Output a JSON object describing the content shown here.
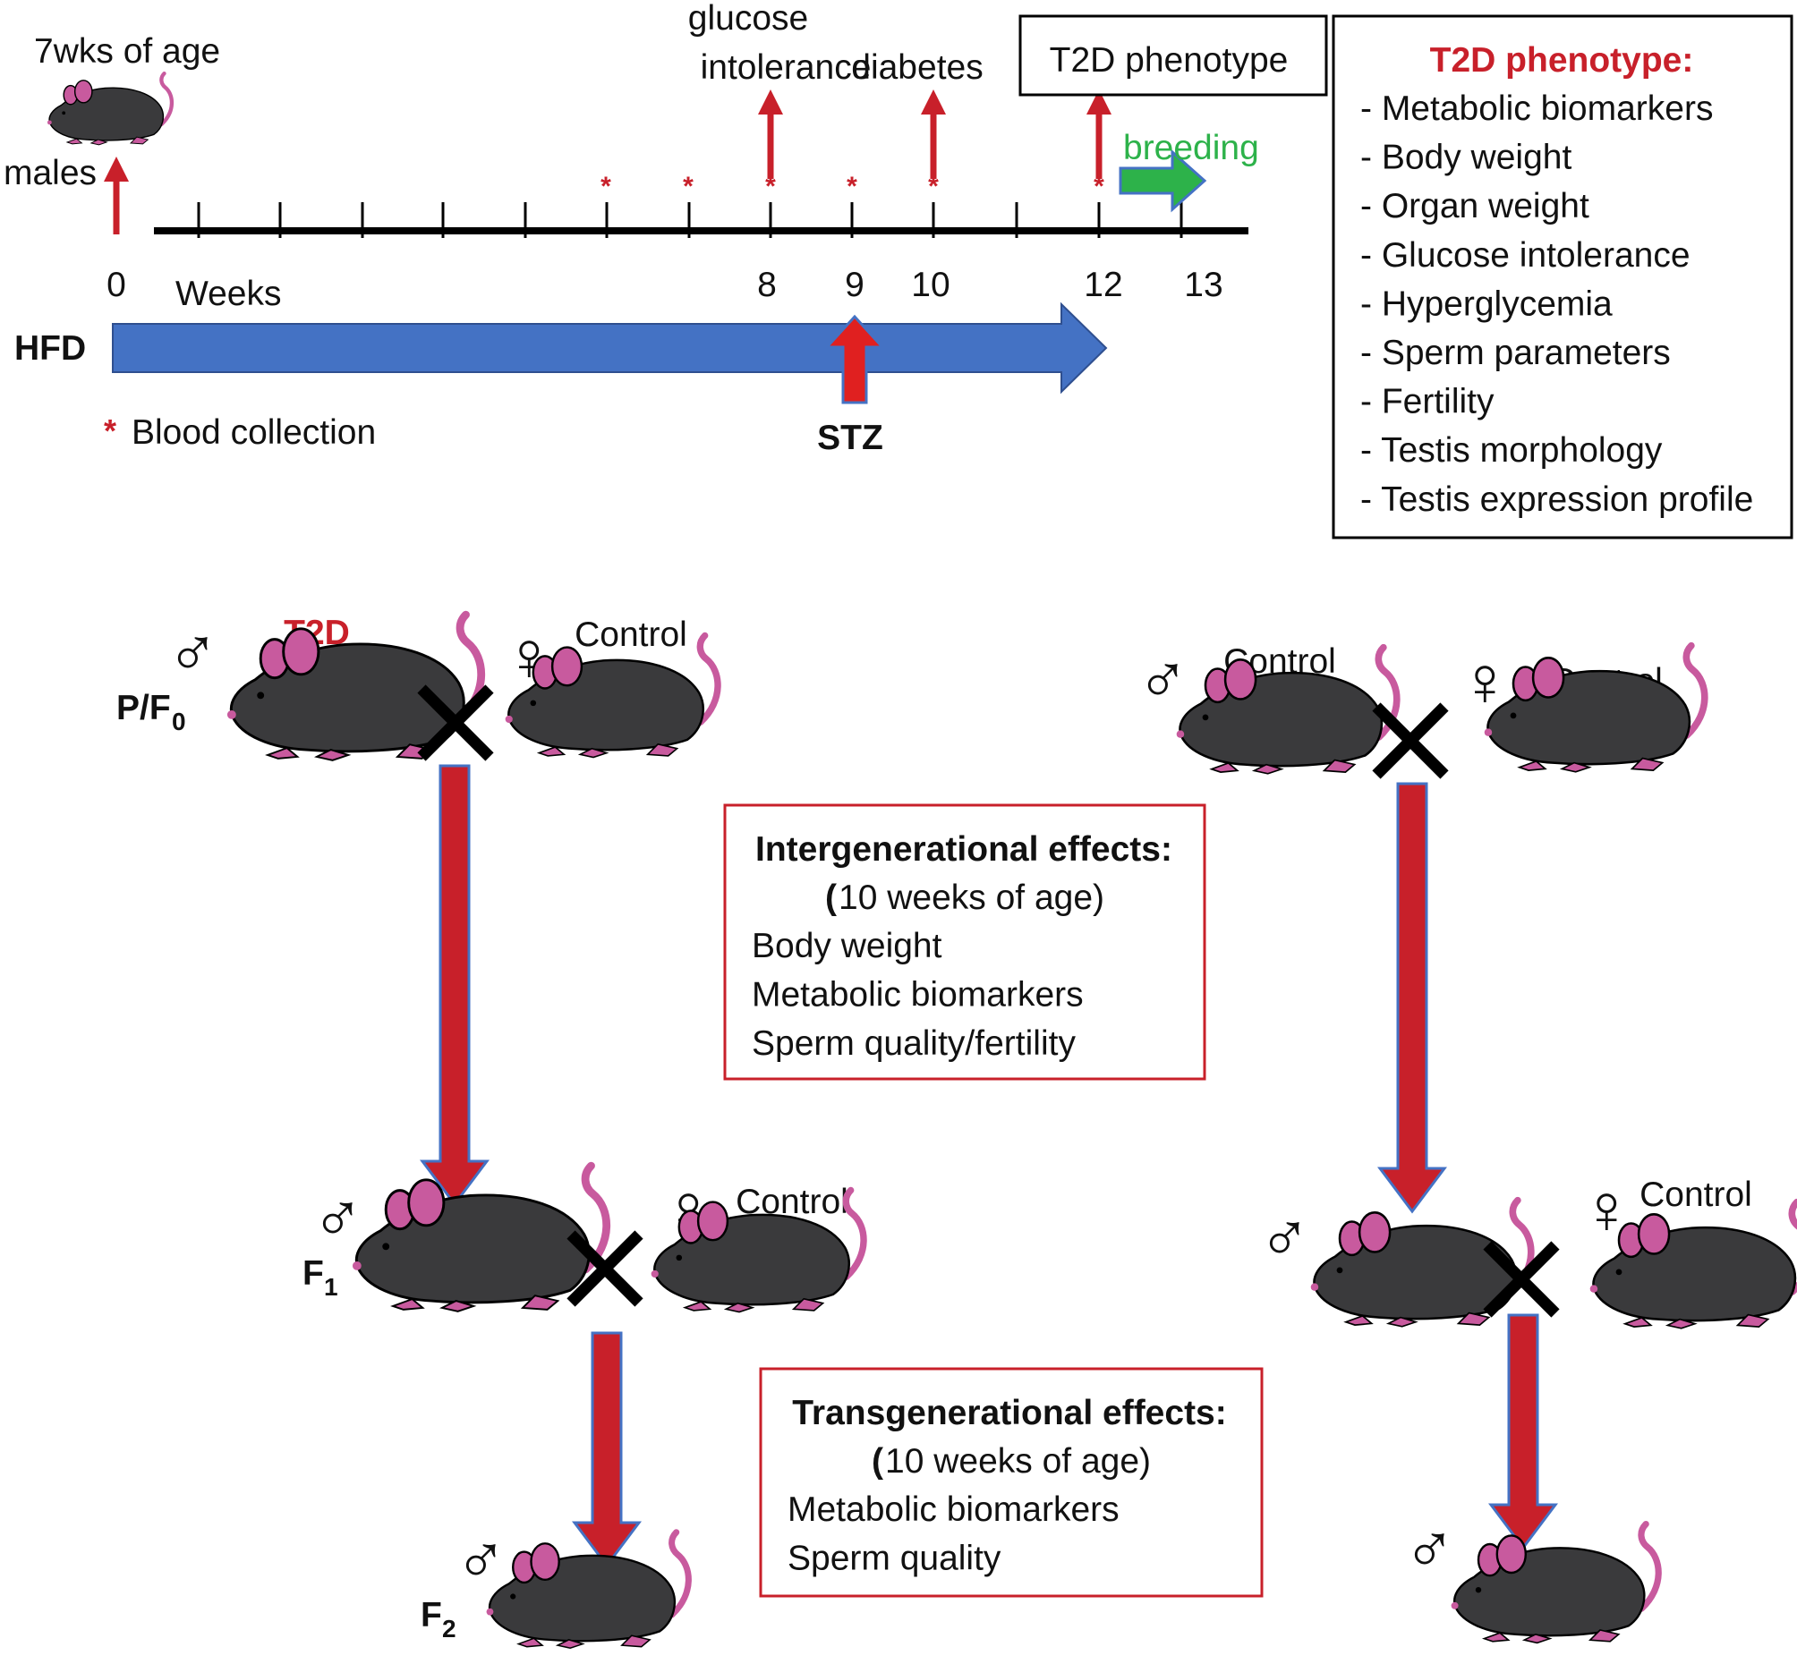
{
  "timeline": {
    "start_age_label": "7wks of age",
    "sex_label": "males",
    "glucose_label_line1": "glucose",
    "glucose_label_line2": "intolerance",
    "diabetes_label": "diabetes",
    "t2d_box_label": "T2D phenotype",
    "breeding_label": "breeding",
    "weeks_label": "Weeks",
    "ticks": [
      "0",
      "8",
      "9",
      "10",
      "12",
      "13"
    ],
    "hfd_label": "HFD",
    "stz_label": "STZ",
    "asterisk": "*",
    "blood_collection_label": "Blood collection"
  },
  "phenotype_box": {
    "title": "T2D phenotype:",
    "items": [
      "- Metabolic biomarkers",
      "- Body weight",
      "- Organ weight",
      "- Glucose intolerance",
      "- Hyperglycemia",
      "- Sperm parameters",
      "- Fertility",
      "- Testis morphology",
      "- Testis expression profile"
    ]
  },
  "breeding": {
    "male_symbol": "♂",
    "female_symbol": "♀",
    "cross_symbol": "✕",
    "t2d_label": "T2D",
    "control_label": "Control",
    "gen_p_label": "P/F",
    "gen_p_sub": "0",
    "gen_f_label": "F",
    "gen_f1_sub": "1",
    "gen_f2_sub": "2"
  },
  "intergenerational_box": {
    "title": "Intergenerational effects:",
    "subtitle_paren": "(",
    "subtitle_rest": "10 weeks of age)",
    "items": [
      "Body weight",
      "Metabolic biomarkers",
      "Sperm quality/fertility"
    ]
  },
  "transgenerational_box": {
    "title": "Transgenerational effects:",
    "subtitle_paren": "(",
    "subtitle_rest": "10 weeks of age)",
    "items": [
      "Metabolic biomarkers",
      "Sperm quality"
    ]
  },
  "colors": {
    "red": "#c8202a",
    "blue": "#4472c4",
    "green": "#2db24a",
    "mouse_body": "#3a3a3c",
    "mouse_pink": "#c85a9e",
    "black": "#000000"
  }
}
